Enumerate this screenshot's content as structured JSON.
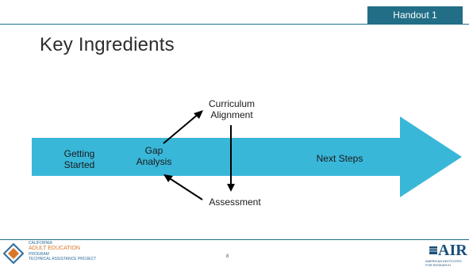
{
  "badge": "Handout 1",
  "title": "Key Ingredients",
  "arrow": {
    "getting_started": [
      "Getting",
      "Started"
    ],
    "gap_analysis": [
      "Gap",
      "Analysis"
    ],
    "next_steps": "Next Steps"
  },
  "curriculum_alignment": [
    "Curriculum",
    "Alignment"
  ],
  "assessment": "Assessment",
  "footer": {
    "caep_lines": [
      "CALIFORNIA",
      "ADULT EDUCATION",
      "PROGRAM",
      "TECHNICAL ASSISTANCE PROJECT"
    ],
    "page_number": "8",
    "air_logo": "AIR",
    "air_sub": "AMERICAN INSTITUTES FOR RESEARCH"
  },
  "colors": {
    "arrow": "#39b7d9",
    "badge": "#216e86",
    "rule": "#1f6f8b"
  }
}
